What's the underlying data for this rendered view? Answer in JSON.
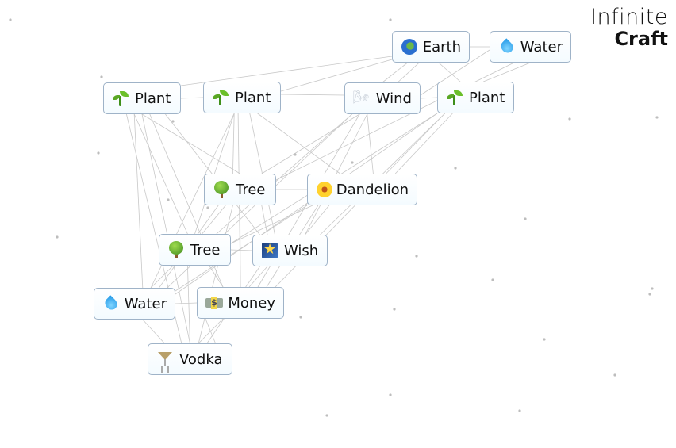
{
  "app": {
    "logo_line1": "Infinite",
    "logo_line2": "Craft"
  },
  "colors": {
    "item_border": "#9fb3c8",
    "item_bg": "#f4fbff",
    "link_line": "#c8c8c8",
    "dot": "#bdbdbd"
  },
  "items": [
    {
      "id": "earth",
      "label": "Earth",
      "icon": "earth-globe-icon"
    },
    {
      "id": "water1",
      "label": "Water",
      "icon": "water-drop-icon"
    },
    {
      "id": "plant1",
      "label": "Plant",
      "icon": "seedling-icon"
    },
    {
      "id": "plant2",
      "label": "Plant",
      "icon": "seedling-icon"
    },
    {
      "id": "wind",
      "label": "Wind",
      "icon": "wind-face-icon"
    },
    {
      "id": "plant3",
      "label": "Plant",
      "icon": "seedling-icon"
    },
    {
      "id": "tree1",
      "label": "Tree",
      "icon": "tree-icon"
    },
    {
      "id": "dandelion",
      "label": "Dandelion",
      "icon": "sunflower-icon"
    },
    {
      "id": "tree2",
      "label": "Tree",
      "icon": "tree-icon"
    },
    {
      "id": "wish",
      "label": "Wish",
      "icon": "shooting-star-icon"
    },
    {
      "id": "water2",
      "label": "Water",
      "icon": "water-drop-icon"
    },
    {
      "id": "money",
      "label": "Money",
      "icon": "money-bill-icon"
    },
    {
      "id": "vodka",
      "label": "Vodka",
      "icon": "cocktail-glass-icon"
    }
  ]
}
